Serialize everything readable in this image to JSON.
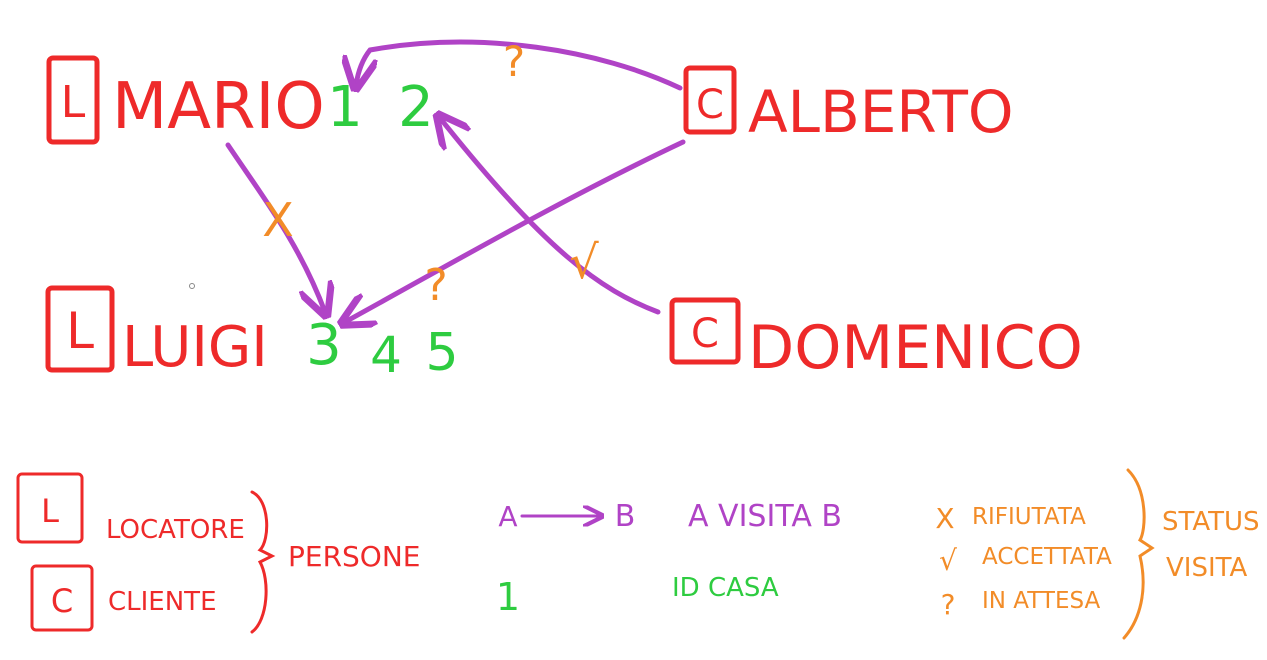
{
  "colors": {
    "person": "#ee2a2a",
    "house": "#2ecc40",
    "visit": "#b043c6",
    "status": "#f28c28"
  },
  "people": [
    {
      "id": "mario",
      "role_letter": "L",
      "name": "MARIO"
    },
    {
      "id": "alberto",
      "role_letter": "C",
      "name": "ALBERTO"
    },
    {
      "id": "luigi",
      "role_letter": "L",
      "name": "LUIGI"
    },
    {
      "id": "domenico",
      "role_letter": "C",
      "name": "DOMENICO"
    }
  ],
  "houses": [
    "1",
    "2",
    "3",
    "4",
    "5"
  ],
  "visits": [
    {
      "from": "alberto",
      "to": "1",
      "status": "?"
    },
    {
      "from": "mario",
      "to": "3",
      "status": "X"
    },
    {
      "from": "alberto",
      "to": "3",
      "status": "?"
    },
    {
      "from": "domenico",
      "to": "2",
      "status": "√"
    }
  ],
  "legend": {
    "roles": [
      {
        "letter": "L",
        "label": "LOCATORE"
      },
      {
        "letter": "C",
        "label": "CLIENTE"
      }
    ],
    "roles_group": "PERSONE",
    "arrow_from": "A",
    "arrow_to": "B",
    "arrow_desc": "A VISITA B",
    "house_example": "1",
    "house_desc": "ID CASA",
    "statuses": [
      {
        "symbol": "X",
        "label": "RIFIUTATA"
      },
      {
        "symbol": "√",
        "label": "ACCETTATA"
      },
      {
        "symbol": "?",
        "label": "IN ATTESA"
      }
    ],
    "status_group": [
      "STATUS",
      "VISITA"
    ]
  }
}
